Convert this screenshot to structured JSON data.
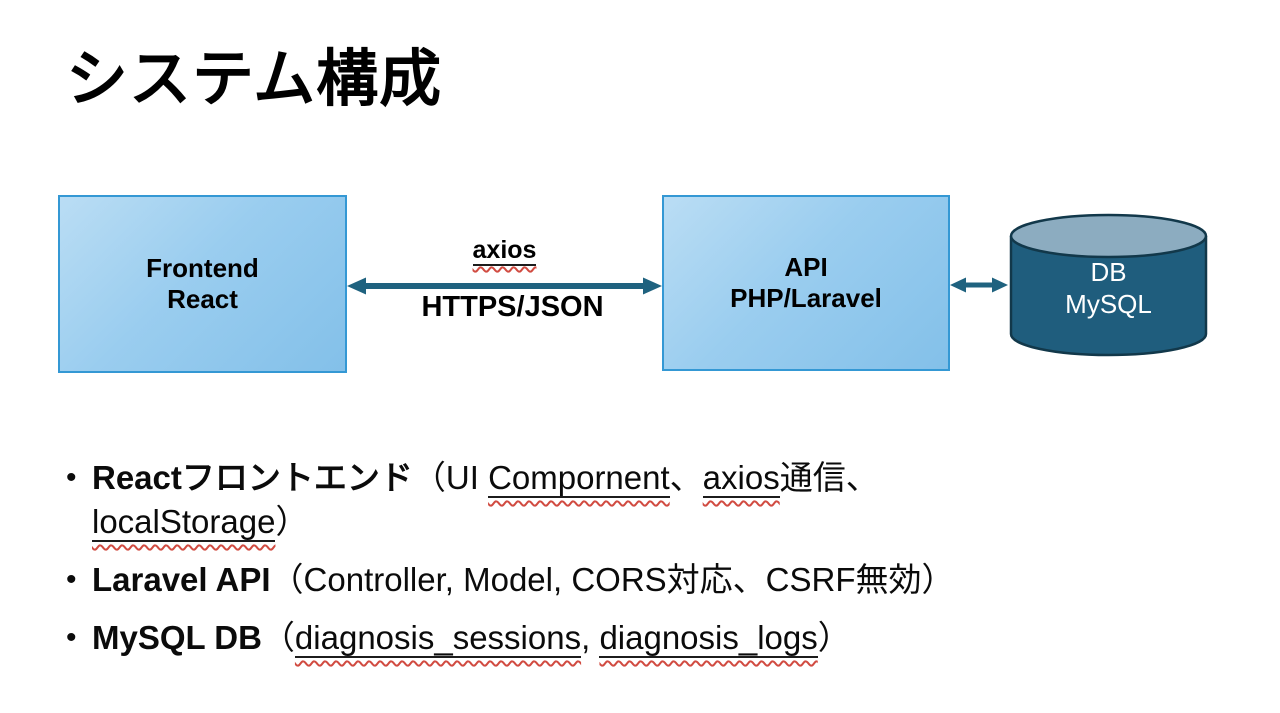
{
  "slide": {
    "title": "システム構成"
  },
  "diagram": {
    "frontend_box": {
      "line1": "Frontend",
      "line2": "React"
    },
    "api_box": {
      "line1": "API",
      "line2": "PHP/Laravel"
    },
    "db_cylinder": {
      "line1": "DB",
      "line2": "MySQL"
    },
    "link_frontend_api": {
      "label_top": "axios",
      "label_bottom": "HTTPS/JSON"
    }
  },
  "bullets": {
    "marker": "•",
    "item1": {
      "bold": "Reactフロントエンド",
      "open": "（UI ",
      "term1": "Compornent",
      "sep1": "、",
      "term2": "axios",
      "after2": "通信、",
      "term3": "localStorage",
      "close": "）"
    },
    "item2": {
      "bold": "Laravel API",
      "rest": "（Controller, Model, CORS対応、CSRF無効）"
    },
    "item3": {
      "bold": "MySQL DB",
      "open": "（",
      "term1": "diagnosis_sessions",
      "sep": ", ",
      "term2": "diagnosis_logs",
      "close": "）"
    }
  },
  "colors": {
    "background": "#FFFFFF",
    "box_fill_top": "#BADDF4",
    "box_fill_bottom": "#83C0E9",
    "box_border": "#3498D4",
    "connector_teal": "#1F627F",
    "cylinder_body": "#1F5D7D",
    "cylinder_top": "#8CACC0",
    "cylinder_outline": "#12384A",
    "spellcheck_red": "#D14B41",
    "title_text": "#000000",
    "db_text": "#FFFFFF"
  }
}
